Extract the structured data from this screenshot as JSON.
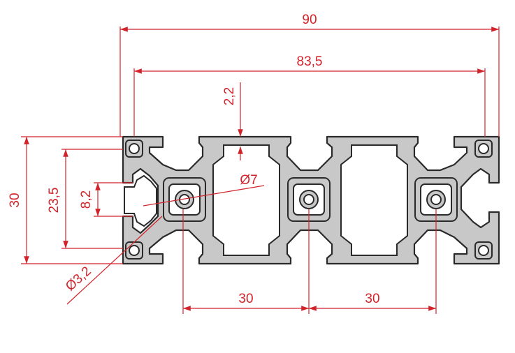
{
  "diagram": {
    "colors": {
      "dimension": "#d2232a",
      "profile_fill": "#c8c8c8",
      "outline": "#2a2a2a"
    },
    "dimensions": {
      "overall_width": "90",
      "slot_span": "83,5",
      "wall_thickness": "2,2",
      "center_hole": "Ø7",
      "height": "30",
      "inner_height": "23,5",
      "slot_width": "8,2",
      "corner_hole": "Ø3,2",
      "pitch_left": "30",
      "pitch_right": "30"
    }
  }
}
